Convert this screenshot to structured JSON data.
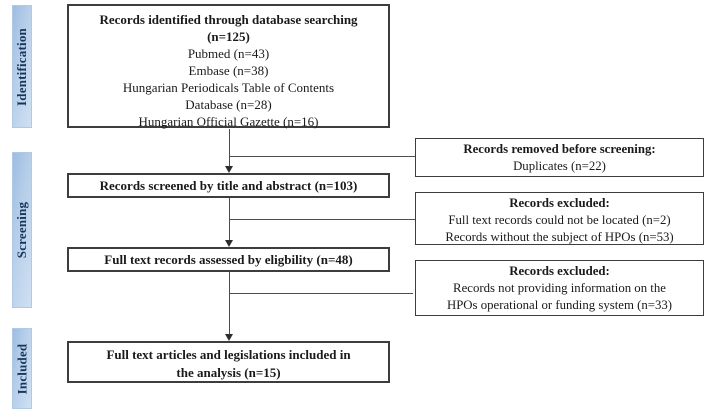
{
  "stages": {
    "identification": "Identification",
    "screening": "Screening",
    "included": "Included"
  },
  "flow": {
    "identified": {
      "title": "Records identified through database searching",
      "count": "(n=125)",
      "sources": [
        "Pubmed (n=43)",
        "Embase (n=38)",
        "Hungarian Periodicals Table of Contents",
        "Database (n=28)",
        "Hungarian Official Gazette (n=16)"
      ]
    },
    "screened": {
      "label": "Records screened by title and abstract (n=103)"
    },
    "assessed": {
      "label": "Full text records assessed by eligbility (n=48)"
    },
    "included": {
      "lines": [
        "Full text articles and legislations included in",
        "the analysis (n=15)"
      ]
    }
  },
  "exclusions": [
    {
      "title": "Records removed before screening:",
      "reasons": [
        "Duplicates (n=22)"
      ]
    },
    {
      "title": "Records excluded:",
      "reasons": [
        "Full text records could not be located (n=2)",
        "Records without the subject of HPOs (n=53)"
      ]
    },
    {
      "title": "Records excluded:",
      "reasons": [
        "Records not providing information on the",
        "HPOs operational or funding system (n=33)"
      ]
    }
  ],
  "colors": {
    "stage_fill_start": "#9dbde0",
    "stage_fill_end": "#cfe0f2",
    "stage_text": "#17365d",
    "box_border": "#3d3d3d",
    "connector": "#4d4d4d"
  }
}
